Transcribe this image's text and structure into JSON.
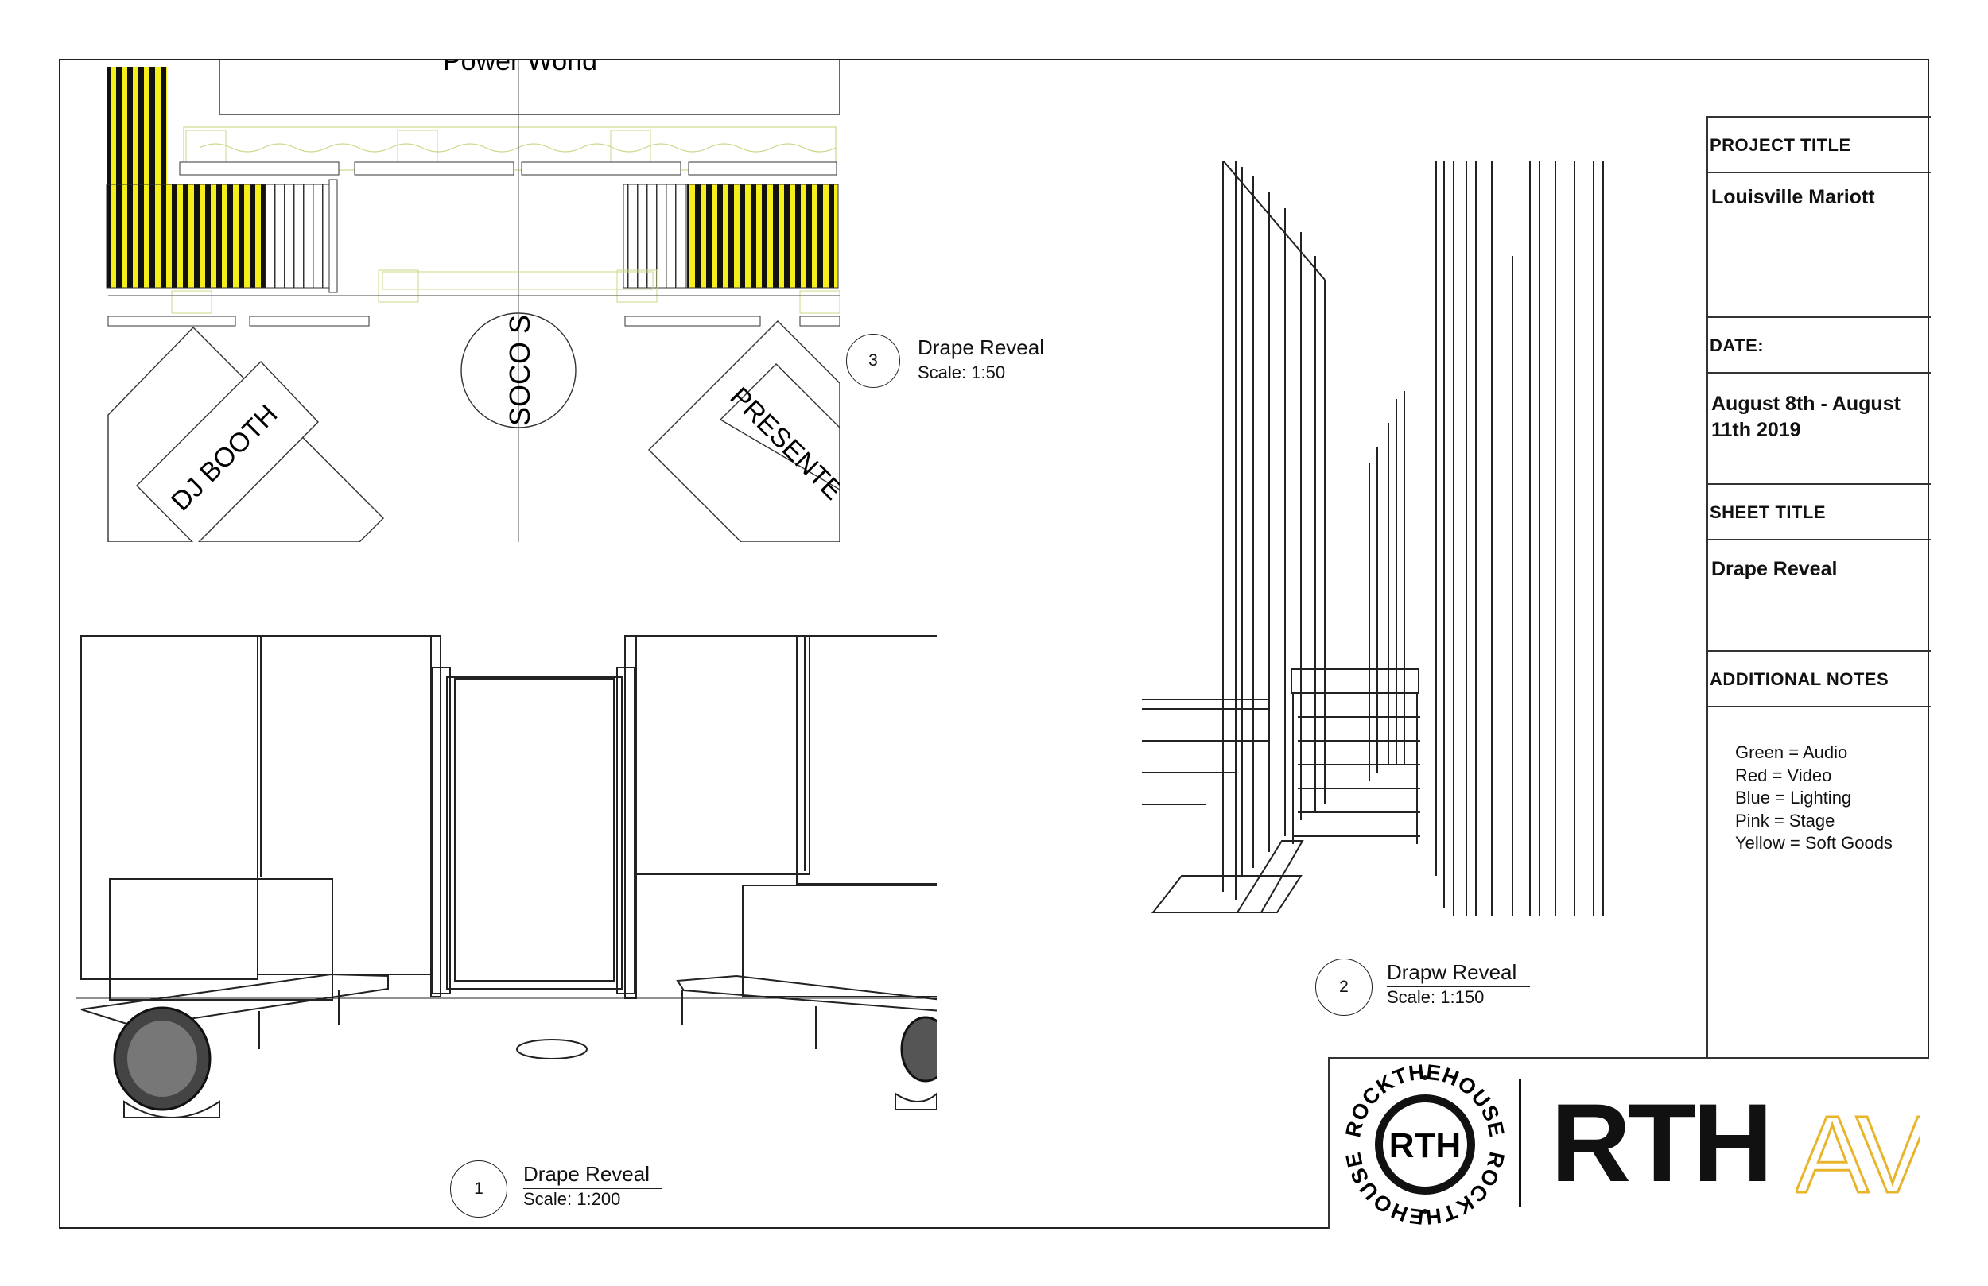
{
  "drawings": {
    "plan": {
      "labels": {
        "screen": "Power World",
        "dj_booth": "DJ BOOTH",
        "soco": "SOCO S",
        "presenter": "PRESENTE"
      }
    }
  },
  "views": [
    {
      "number": "3",
      "title": "Drape Reveal",
      "scale": "Scale: 1:50"
    },
    {
      "number": "2",
      "title": "Drapw Reveal",
      "scale": "Scale: 1:150"
    },
    {
      "number": "1",
      "title": "Drape Reveal",
      "scale": "Scale: 1:200"
    }
  ],
  "title_block": {
    "project_title_heading": "PROJECT TITLE",
    "project_title": "Louisville Mariott",
    "date_heading": "DATE:",
    "date_line1": "August 8th - August",
    "date_line2": "11th 2019",
    "sheet_title_heading": "SHEET TITLE",
    "sheet_title": "Drape Reveal",
    "notes_heading": "ADDITIONAL NOTES",
    "notes": [
      "Green = Audio",
      "Red = Video",
      "Blue = Lighting",
      "Pink = Stage",
      "Yellow = Soft Goods"
    ]
  },
  "logo": {
    "badge_text": "RTH",
    "ring_top": "ROCKTHEHOUSE",
    "ring_bottom": "ROCKTHEHOUSE",
    "wordmark_primary": "RTH",
    "wordmark_accent": "AV",
    "accent_color": "#e8b52a"
  },
  "colors": {
    "soft_goods_yellow": "#f4ee1a"
  }
}
